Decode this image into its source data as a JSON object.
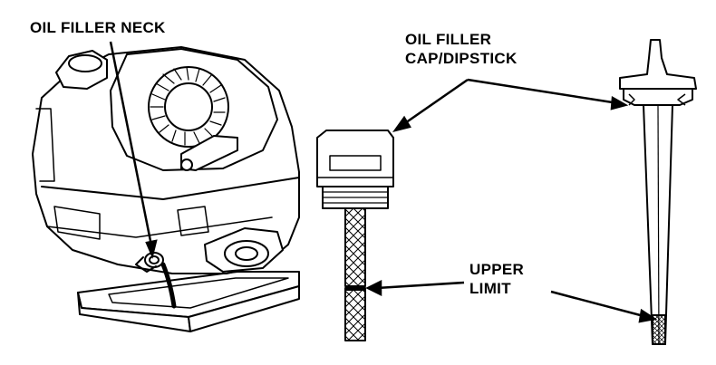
{
  "labels": {
    "oil_filler_neck": "OIL FILLER NECK",
    "cap_dipstick_line1": "OIL FILLER",
    "cap_dipstick_line2": "CAP/DIPSTICK",
    "upper_limit_line1": "UPPER",
    "upper_limit_line2": "LIMIT"
  },
  "colors": {
    "ink": "#000000",
    "paper": "#ffffff"
  }
}
